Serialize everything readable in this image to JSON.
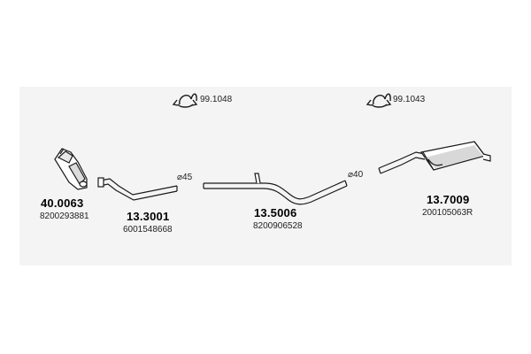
{
  "clamps": [
    {
      "code": "99.1048",
      "icon": "exhaust-clamp-icon"
    },
    {
      "code": "99.1043",
      "icon": "exhaust-clamp-icon"
    }
  ],
  "parts": [
    {
      "code": "40.0063",
      "oem": "8200293881",
      "icon": "catalytic-converter-icon"
    },
    {
      "code": "13.3001",
      "oem": "6001548668",
      "icon": "front-pipe-icon",
      "diameter": "⌀45"
    },
    {
      "code": "13.5006",
      "oem": "8200906528",
      "icon": "middle-pipe-icon",
      "diameter": "⌀40"
    },
    {
      "code": "13.7009",
      "oem": "200105063R",
      "icon": "rear-silencer-icon"
    }
  ],
  "colors": {
    "background": "#ffffff",
    "band": "#f4f4f4",
    "line": "#1a1a1a",
    "text": "#000000"
  }
}
